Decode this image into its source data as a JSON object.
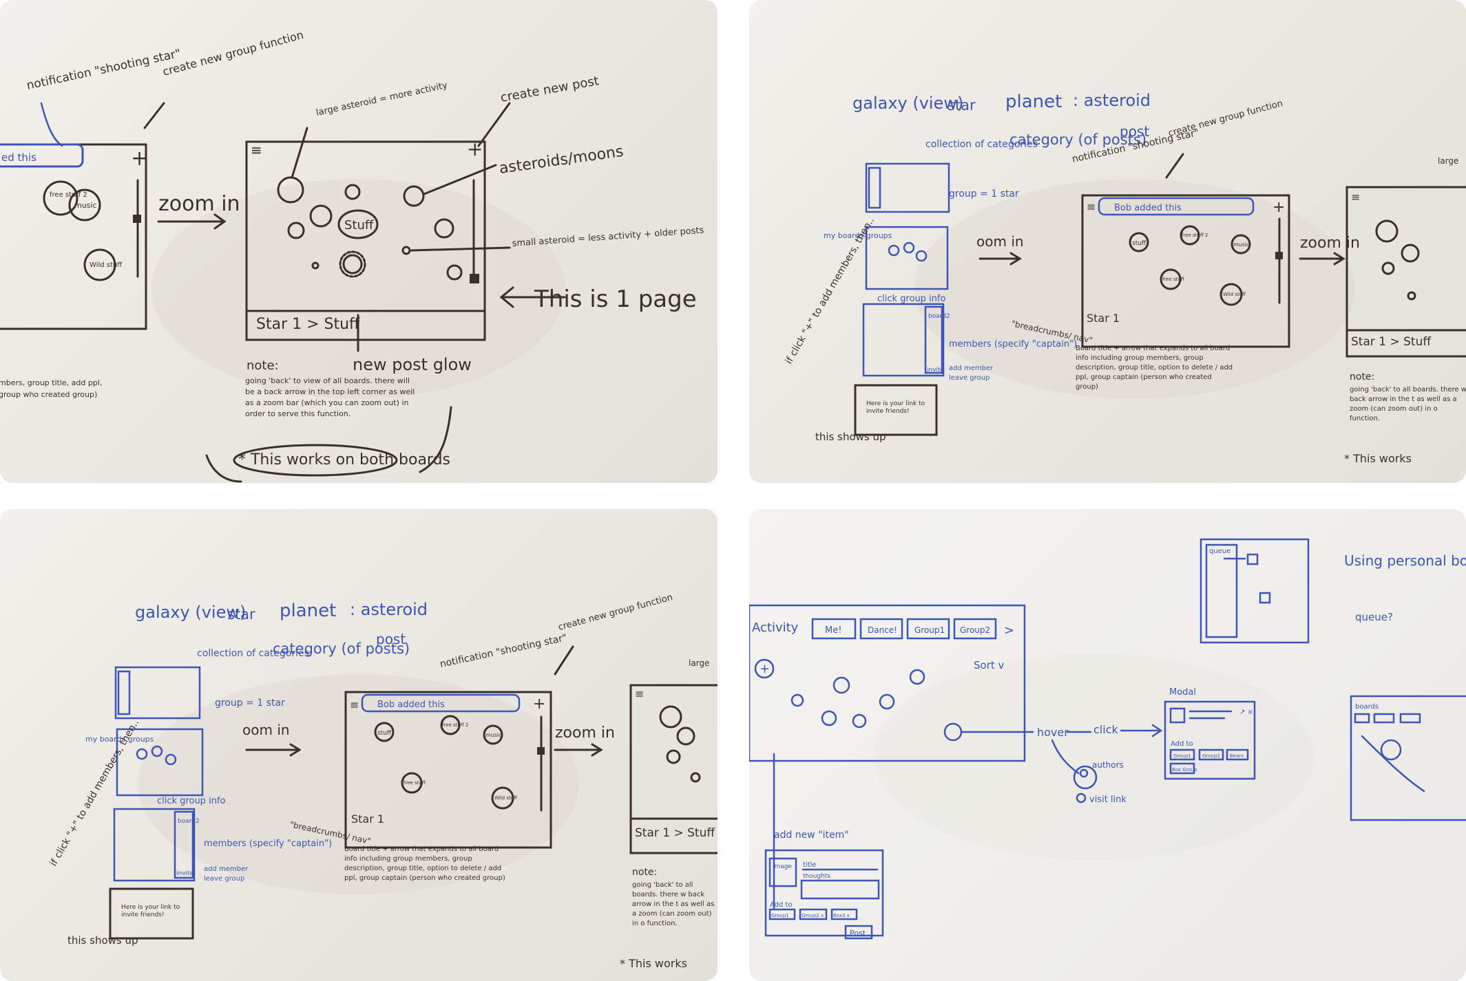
{
  "panel1": {
    "notification": "notification \"shooting star\"",
    "create_group": "create new group function",
    "large_asteroid": "large asteroid = more activity",
    "create_post": "create new post",
    "asteroids_moons": "asteroids/moons",
    "small_asteroid": "small asteroid = less activity + older posts",
    "zoom_in": "zoom in",
    "this_is_1_page": "This is 1 page",
    "new_post_glow": "new post glow",
    "breadcrumb": "Star 1 > Stuff",
    "stuff_bubble": "Stuff",
    "note_label": "note:",
    "note_text": "going 'back' to view of all boards. there will be a back arrow in the top left corner as well as a zoom bar (which you can zoom out) in order to serve this function.",
    "works_both": "* This works on both boards",
    "left_bubbles": [
      "free stuff 2",
      "music",
      "Wild stuff"
    ],
    "left_notif": "ed this",
    "left_notes": "mbers, group title, add ppl, group who created group)",
    "plus": "+",
    "menu": "≡"
  },
  "panel2": {
    "galaxy": "galaxy (view)",
    "star": "star",
    "planet": "planet",
    "asteroid": ": asteroid",
    "collection": "collection of categories",
    "group_star": "group = 1 star",
    "category": "category (of posts)",
    "post": "post",
    "notification": "notification \"shooting star\"",
    "create_group": "create new group function",
    "notif_bar": "Bob added this",
    "zoom_in": "zoom in",
    "zoom_in_small": "oom in",
    "bubbles": [
      "free stuff 2",
      "stuff",
      "music",
      "free stuff",
      "Wild stuff"
    ],
    "my_boards": "my boards groups",
    "click_group": "click group info",
    "members": "members (specify \"captain\")",
    "add_member": "add member",
    "leave_group": "leave group",
    "invite": "invite",
    "board2": "board2",
    "if_click": "if click \"+\" to add members, then..",
    "this_shows_up": "this shows up",
    "invite_text": "Here is your link to invite friends!",
    "breadcrumbs_nav": "\"breadcrumbs/ nav\"",
    "star1": "Star 1",
    "board_title": "Board title + arrow that expands to all board info including group members, group description, group title, option to delete / add ppl, group captain (person who created group)",
    "large_partial": "large",
    "breadcrumb_partial": "Star 1 > Stuff",
    "note_label": "note:",
    "note_partial": "going 'back' to all boards. there w back arrow in the t as well as a zoom (can zoom out) in o function.",
    "works_partial": "* This works"
  },
  "panel3": {
    "galaxy": "galaxy (view)",
    "star": "star",
    "planet": "planet",
    "asteroid": ": asteroid",
    "collection": "collection of categories",
    "group_star": "group = 1 star",
    "category": "category (of posts)",
    "post": "post",
    "notification": "notification \"shooting star\"",
    "create_group": "create new group function",
    "notif_bar": "Bob added this",
    "zoom_in": "zoom in",
    "zoom_in_small": "oom in",
    "bubbles": [
      "stuff",
      "free stuff 2",
      "music",
      "free stuff",
      "Wild stuff"
    ],
    "my_boards": "my boards groups",
    "click_group": "click group info",
    "members": "members (specify \"captain\")",
    "add_member": "add member",
    "leave_group": "leave group",
    "invite": "invite",
    "board2": "board2",
    "if_click": "if click \"+\" to add members, then..",
    "this_shows_up": "this shows up",
    "invite_text": "Here is your link to invite friends!",
    "breadcrumbs_nav": "\"breadcrumbs/ nav\"",
    "star1": "Star 1",
    "board_title": "Board title + arrow that expands to all board info including group members, group description, group title, option to delete / add ppl, group captain (person who created group)",
    "large_partial": "large",
    "breadcrumb_partial": "Star 1 > Stuff",
    "note_label": "note:",
    "note_partial": "going 'back' to all boards. there w back arrow in the t as well as a zoom (can zoom out) in o function.",
    "works_partial": "* This works"
  },
  "panel4": {
    "activity": "Activity",
    "tabs": [
      "Me!",
      "Dance!",
      "Group1",
      "Group2"
    ],
    "sort": "Sort v",
    "hover": "hover",
    "click": "click",
    "modal": "Modal",
    "add_to": "Add to",
    "modal_chips": [
      "Group1",
      "Group2",
      "Bears",
      "Box Group"
    ],
    "authors": "authors",
    "visit_link": "visit link",
    "add_new_item": "add new \"item\"",
    "image": "image",
    "title": "title",
    "thoughts": "thoughts",
    "add_to_small": "Add to",
    "form_chips": [
      "Group1",
      "Group2 x",
      "Box3 x"
    ],
    "post_btn": "Post",
    "queue": "queue",
    "using_personal": "Using personal board?",
    "queue_q": "queue?",
    "boards": "boards"
  }
}
